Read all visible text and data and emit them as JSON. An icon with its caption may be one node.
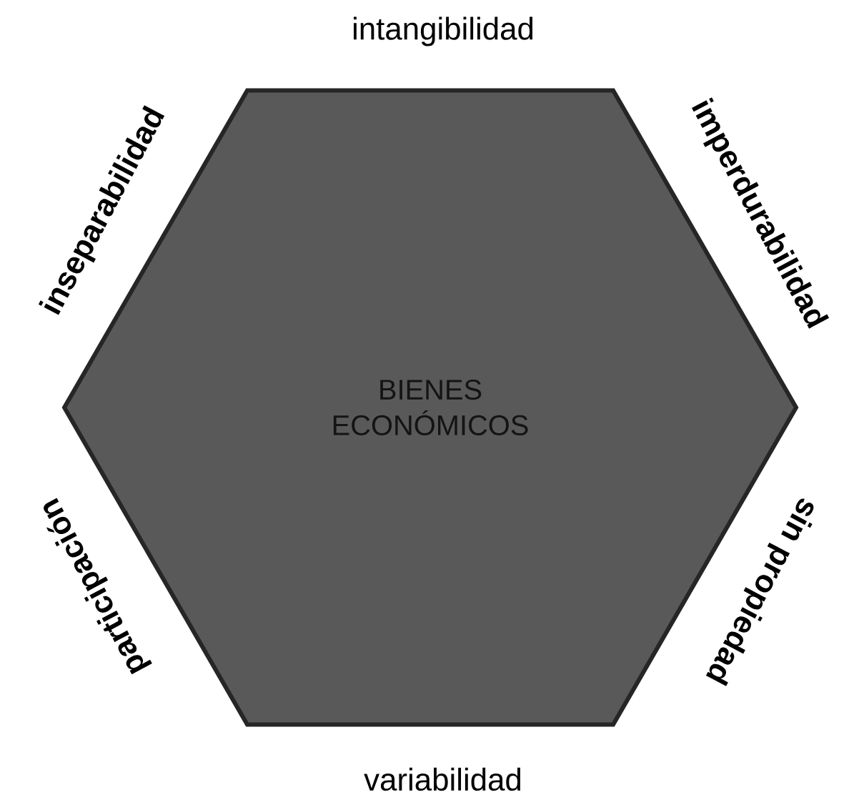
{
  "diagram": {
    "nodes": [
      {
        "text": [
          "BIENES ECONÓMICOS"
        ],
        "beside": [
          "intangibilidad",
          "inseparabilidad",
          "imperdurabilidad",
          "participación",
          "sin propiedad",
          "variabilidad"
        ]
      }
    ]
  }
}
